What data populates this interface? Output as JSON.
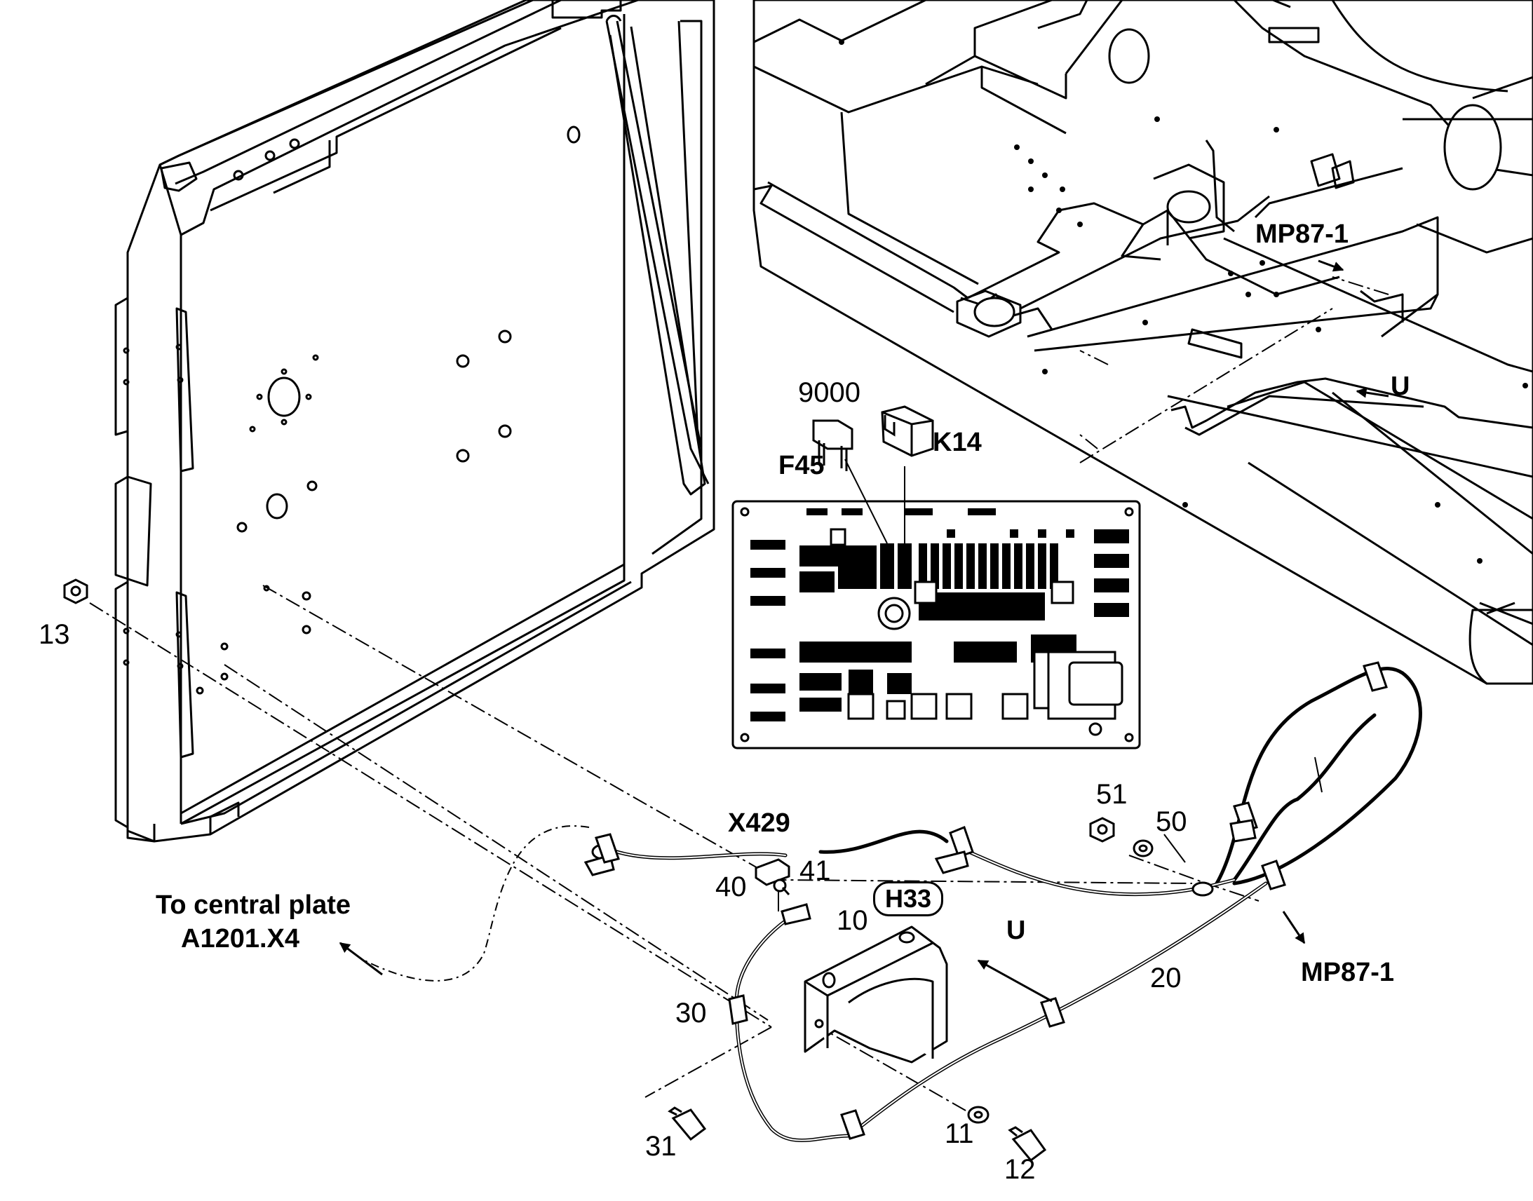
{
  "labels": {
    "p13": "13",
    "p9000": "9000",
    "F45": "F45",
    "K14": "K14",
    "MP87_top": "MP87-1",
    "U_top": "U",
    "X429": "X429",
    "p51": "51",
    "p50": "50",
    "p40": "40",
    "p41": "41",
    "H33": "H33",
    "p10": "10",
    "U_mid": "U",
    "central_line1": "To central plate",
    "central_line2": "A1201.X4",
    "p30": "30",
    "p20": "20",
    "MP87_right": "MP87-1",
    "p31": "31",
    "p11": "11",
    "p12": "12"
  }
}
